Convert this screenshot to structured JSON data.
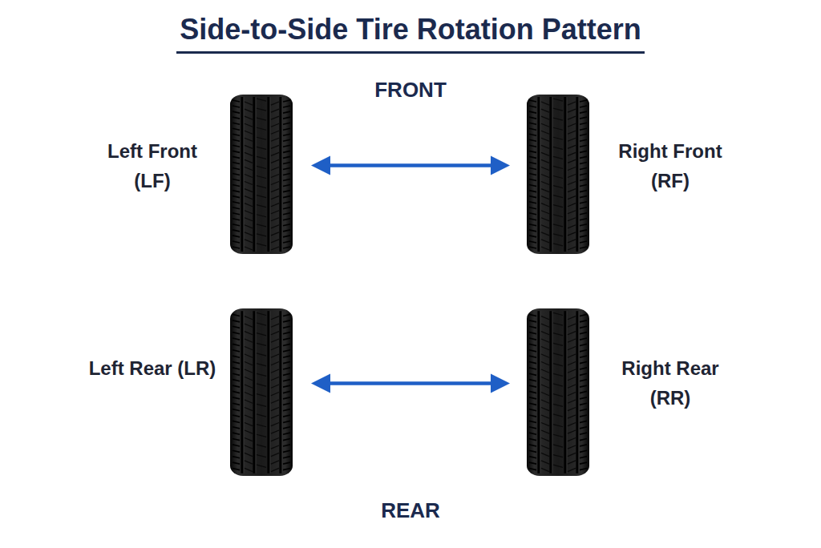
{
  "diagram": {
    "title": "Side-to-Side Tire Rotation Pattern",
    "nodes": [
      {
        "text": [
          "Left Front (LF)"
        ]
      },
      {
        "text": [
          "Right Front (RF)"
        ]
      },
      {
        "text": [
          "Left Rear (LR)"
        ]
      },
      {
        "text": [
          "Right Rear (RR)"
        ]
      }
    ],
    "edges": [
      {
        "from": 0,
        "to": 1,
        "arrow": "both"
      },
      {
        "from": 2,
        "to": 3,
        "arrow": "both"
      }
    ],
    "labels": [
      "FRONT",
      "REAR"
    ]
  }
}
